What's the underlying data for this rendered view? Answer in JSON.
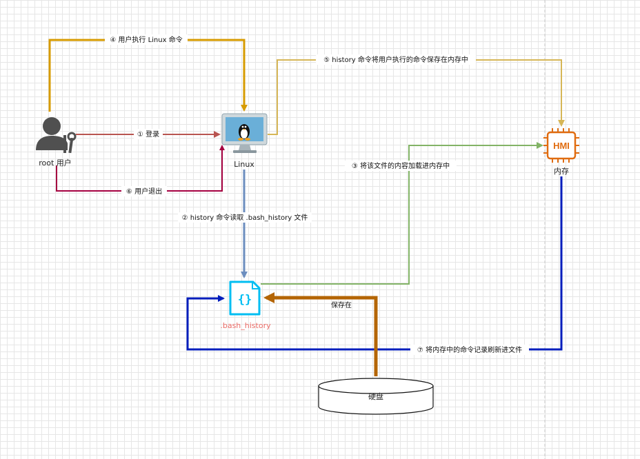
{
  "nodes": {
    "user": "root 用户",
    "linux": "Linux",
    "memory": "内存",
    "memory_chip_text": "HMI",
    "file": ".bash_history",
    "disk": "硬盘"
  },
  "edges": {
    "e1": "① 登录",
    "e2": "② history 命令读取 .bash_history 文件",
    "e3": "③ 将该文件的内容加载进内存中",
    "e4": "④ 用户执行 Linux 命令",
    "e5": "⑤ history 命令将用户执行的命令保存在内存中",
    "e6": "⑥ 用户退出",
    "e7": "⑦ 将内存中的命令记录刷新进文件",
    "save": "保存在"
  },
  "colors": {
    "red": "#b85450",
    "crimson": "#a50040",
    "gold": "#d79b00",
    "lightgold": "#d6b656",
    "blue": "#6c8ebf",
    "green": "#82b366",
    "navy": "#001dbc",
    "brown": "#b46504",
    "file_icon": "#00bef2",
    "chip": "#e06c10",
    "file_label": "#ea6b66"
  }
}
